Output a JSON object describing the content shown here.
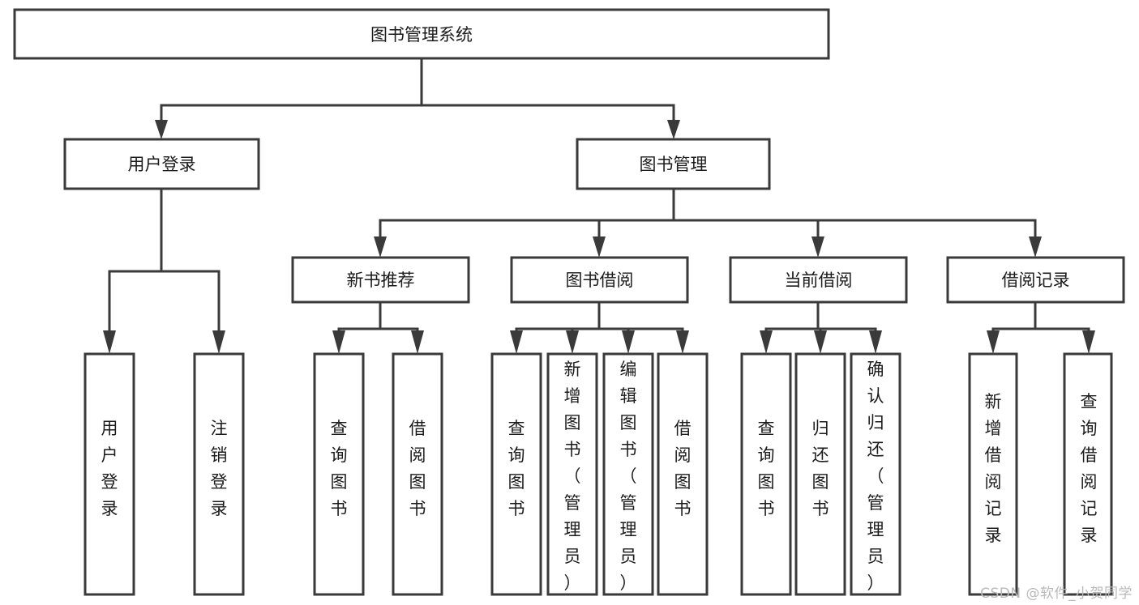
{
  "diagram": {
    "title": "图书管理系统",
    "type": "tree",
    "watermark": "CSDN @软件_小贺同学",
    "colors": {
      "stroke": "#3a3a3a",
      "fill": "#ffffff",
      "text": "#1b1b1b",
      "watermark": "#b9b9b9"
    },
    "root": {
      "label": "图书管理系统"
    },
    "level2": [
      {
        "label": "用户登录"
      },
      {
        "label": "图书管理"
      }
    ],
    "level3": [
      {
        "label": "新书推荐"
      },
      {
        "label": "图书借阅"
      },
      {
        "label": "当前借阅"
      },
      {
        "label": "借阅记录"
      }
    ],
    "leaves": {
      "user_login": [
        {
          "label": "用户登录"
        },
        {
          "label": "注销登录"
        }
      ],
      "new_book_recommend": [
        {
          "label": "查询图书"
        },
        {
          "label": "借阅图书"
        }
      ],
      "book_borrow": [
        {
          "label": "查询图书"
        },
        {
          "label": "新增图书（管理员）"
        },
        {
          "label": "编辑图书（管理员）"
        },
        {
          "label": "借阅图书"
        }
      ],
      "current_borrow": [
        {
          "label": "查询图书"
        },
        {
          "label": "归还图书"
        },
        {
          "label": "确认归还（管理员）"
        }
      ],
      "borrow_record": [
        {
          "label": "新增借阅记录"
        },
        {
          "label": "查询借阅记录"
        }
      ]
    }
  }
}
